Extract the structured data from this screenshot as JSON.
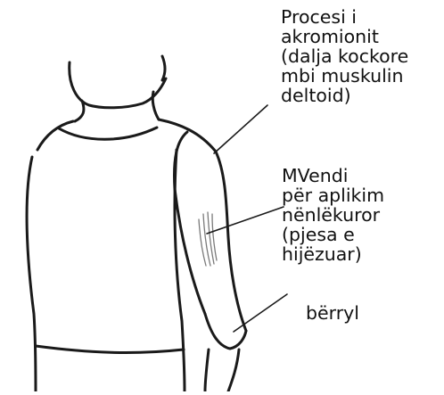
{
  "labels": {
    "acromion": [
      "Procesi i",
      "akromionit",
      "(dalja kockore",
      "mbi muskulin",
      "deltoid)"
    ],
    "injection_site": [
      "MVendi",
      "për aplikim",
      "nënlëkuror",
      "(pjesa e",
      "hijëzuar)"
    ],
    "elbow": [
      "bërryl"
    ]
  },
  "colors": {
    "line": "#1a1a1a",
    "background": "#ffffff"
  }
}
